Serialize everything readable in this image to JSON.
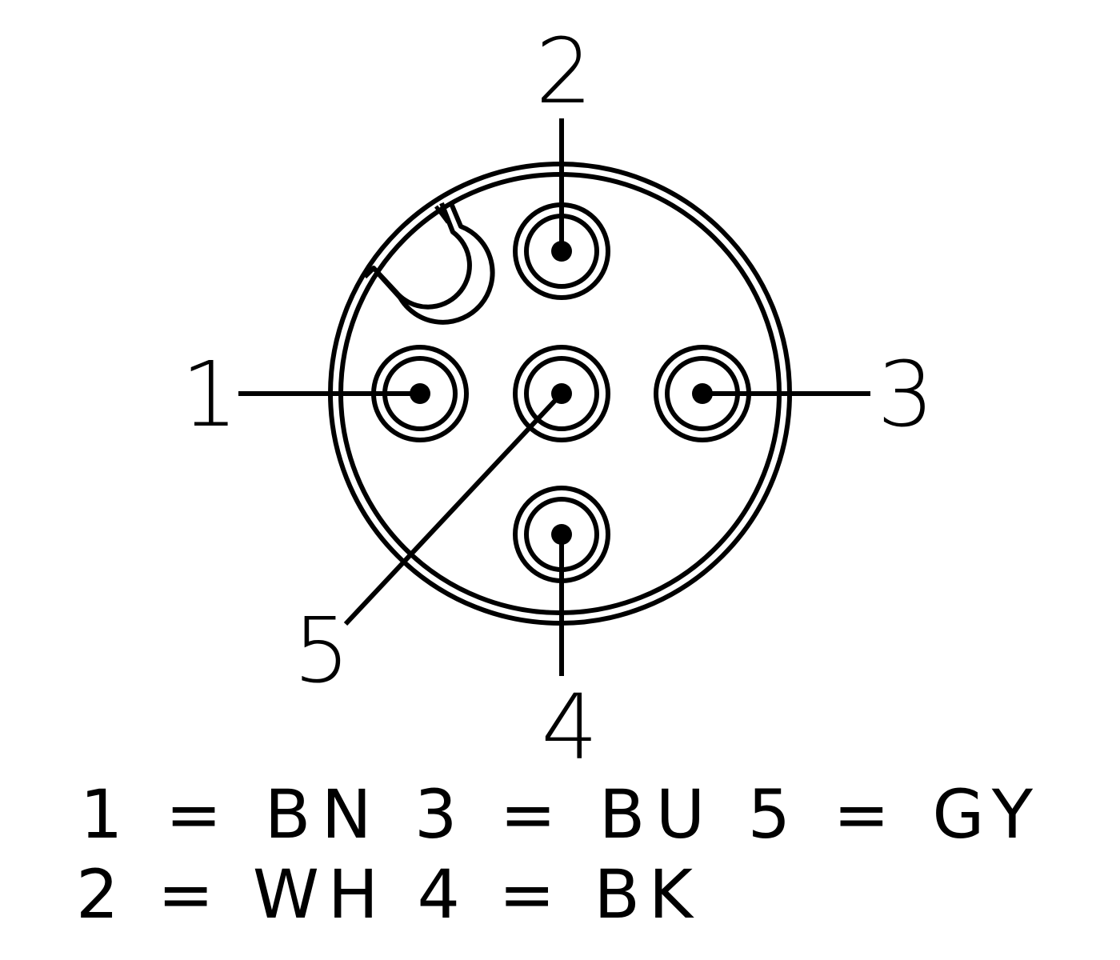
{
  "pins": [
    {
      "number": "1",
      "color_code": "BN"
    },
    {
      "number": "2",
      "color_code": "WH"
    },
    {
      "number": "3",
      "color_code": "BU"
    },
    {
      "number": "4",
      "color_code": "BK"
    },
    {
      "number": "5",
      "color_code": "GY"
    }
  ],
  "legend": {
    "line1": "1 = BN 3 = BU 5 = GY",
    "line2": "2 = WH 4 = BK"
  },
  "colors": {
    "stroke": "#000000",
    "background": "#ffffff"
  }
}
